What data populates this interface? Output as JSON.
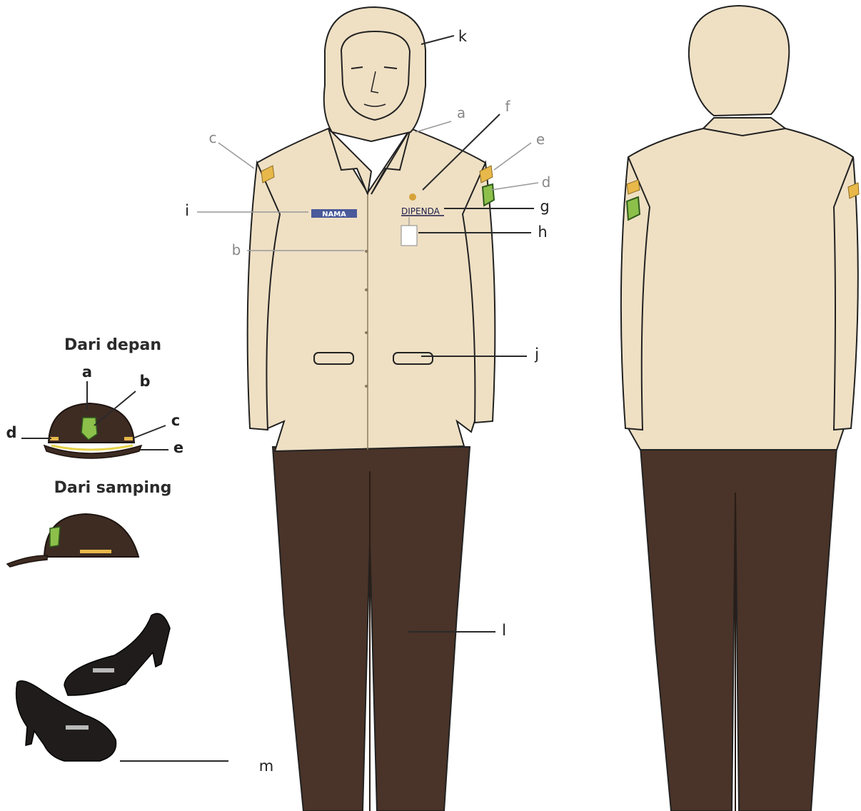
{
  "colors": {
    "jacket": "#efe0c4",
    "pants": "#4a3328",
    "cap": "#3e2c23",
    "badge_green": "#8cc04a",
    "stripe_gold": "#e8b84a",
    "shoe": "#1f1c1b"
  },
  "cap_views": {
    "front_title": "Dari depan",
    "side_title": "Dari samping",
    "labels": {
      "a": "a",
      "b": "b",
      "c": "c",
      "d": "d",
      "e": "e"
    }
  },
  "front_figure": {
    "name_tag_text": "NAMA",
    "office_badge_text": "DIPENDA",
    "labels": {
      "a": "a",
      "b": "b",
      "c": "c",
      "d": "d",
      "e": "e",
      "f": "f",
      "g": "g",
      "h": "h",
      "i": "i",
      "j": "j",
      "k": "k",
      "l": "l",
      "m": "m"
    }
  }
}
